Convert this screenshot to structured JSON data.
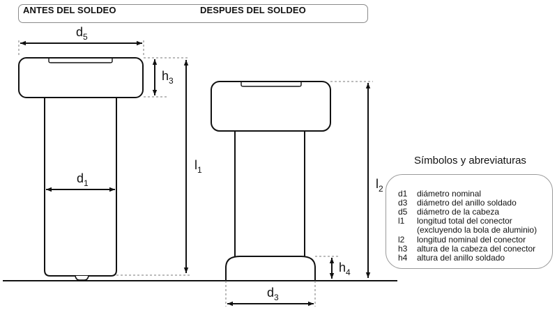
{
  "header": {
    "before_label": "ANTES DEL SOLDEO",
    "after_label": "DESPUES DEL SOLDEO"
  },
  "dimensions": {
    "d5": {
      "main": "d",
      "sub": "5"
    },
    "h3": {
      "main": "h",
      "sub": "3"
    },
    "l1": {
      "main": "l",
      "sub": "1"
    },
    "d1": {
      "main": "d",
      "sub": "1"
    },
    "l2": {
      "main": "l",
      "sub": "2"
    },
    "h4": {
      "main": "h",
      "sub": "4"
    },
    "d3": {
      "main": "d",
      "sub": "3"
    }
  },
  "legend": {
    "title": "Símbolos y abreviaturas",
    "items": [
      {
        "symbol": "d1",
        "description": "diámetro nominal"
      },
      {
        "symbol": "d3",
        "description": "diámetro del anillo soldado"
      },
      {
        "symbol": "d5",
        "description": "diámetro de la cabeza"
      },
      {
        "symbol": "l1",
        "description": "longitud total del conector"
      },
      {
        "symbol": "",
        "description": "(excluyendo la bola de aluminio)"
      },
      {
        "symbol": "l2",
        "description": "longitud nominal del conector"
      },
      {
        "symbol": "h3",
        "description": "altura de la cabeza del conector"
      },
      {
        "symbol": "h4",
        "description": "altura del anillo soldado"
      }
    ]
  }
}
